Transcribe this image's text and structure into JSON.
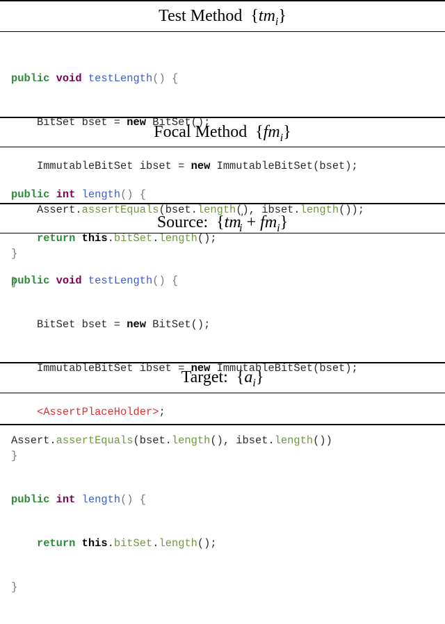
{
  "sections": {
    "test_method": {
      "title_text": "Test Method",
      "title_math": "tm",
      "title_sub": "i",
      "code": {
        "l1": {
          "kw1": "public",
          "kw2": "void",
          "name": "testLength",
          "rest": "() {"
        },
        "l2": {
          "indent": "    ",
          "t1": "BitSet bset = ",
          "kw": "new",
          "t2": " BitSet();"
        },
        "l3": {
          "indent": "    ",
          "t1": "ImmutableBitSet ibset = ",
          "kw": "new",
          "t2": " ImmutableBitSet(bset);"
        },
        "l4": {
          "indent": "    ",
          "t1": "Assert.",
          "c1": "assertEquals",
          "t2": "(bset.",
          "c2": "length",
          "t3": "(), ibset.",
          "c3": "length",
          "t4": "());"
        },
        "l5": {
          "brace": "}"
        }
      }
    },
    "focal_method": {
      "title_text": "Focal Method",
      "title_math": "fm",
      "title_sub": "i",
      "code": {
        "l1": {
          "kw1": "public",
          "kw2": "int",
          "name": "length",
          "rest": "() {"
        },
        "l2": {
          "indent": "    ",
          "kw1": "return",
          "kw2": "this",
          "t1": ".",
          "c1": "bitSet",
          "t2": ".",
          "c2": "length",
          "t3": "();"
        },
        "l3": {
          "brace": "}"
        }
      }
    },
    "source": {
      "title_text": "Source:",
      "title_math_a": "tm",
      "title_prime": "′",
      "title_sub_a": "i",
      "title_plus": "+",
      "title_math_b": "fm",
      "title_sub_b": "i",
      "code": {
        "l1": {
          "kw1": "public",
          "kw2": "void",
          "name": "testLength",
          "rest": "() {"
        },
        "l2": {
          "indent": "    ",
          "t1": "BitSet bset = ",
          "kw": "new",
          "t2": " BitSet();"
        },
        "l3": {
          "indent": "    ",
          "t1": "ImmutableBitSet ibset = ",
          "kw": "new",
          "t2": " ImmutableBitSet(bset);"
        },
        "l4": {
          "indent": "    ",
          "ph": "<AssertPlaceHolder>",
          "t1": ";"
        },
        "l5": {
          "brace": "}"
        },
        "l6": {
          "kw1": "public",
          "kw2": "int",
          "name": "length",
          "rest": "() {"
        },
        "l7": {
          "indent": "    ",
          "kw1": "return",
          "kw2": "this",
          "t1": ".",
          "c1": "bitSet",
          "t2": ".",
          "c2": "length",
          "t3": "();"
        },
        "l8": {
          "brace": "}"
        }
      }
    },
    "target": {
      "title_text": "Target:",
      "title_math": "a",
      "title_sub": "i",
      "code": {
        "l1": {
          "t1": "Assert.",
          "c1": "assertEquals",
          "t2": "(bset.",
          "c2": "length",
          "t3": "(), ibset.",
          "c3": "length",
          "t4": "())"
        }
      }
    }
  },
  "colors": {
    "keyword": "#7f0055",
    "keyword_green": "#2e8b3a",
    "method_name": "#3c5fcf",
    "call": "#6d9a3c",
    "placeholder": "#e03030"
  }
}
